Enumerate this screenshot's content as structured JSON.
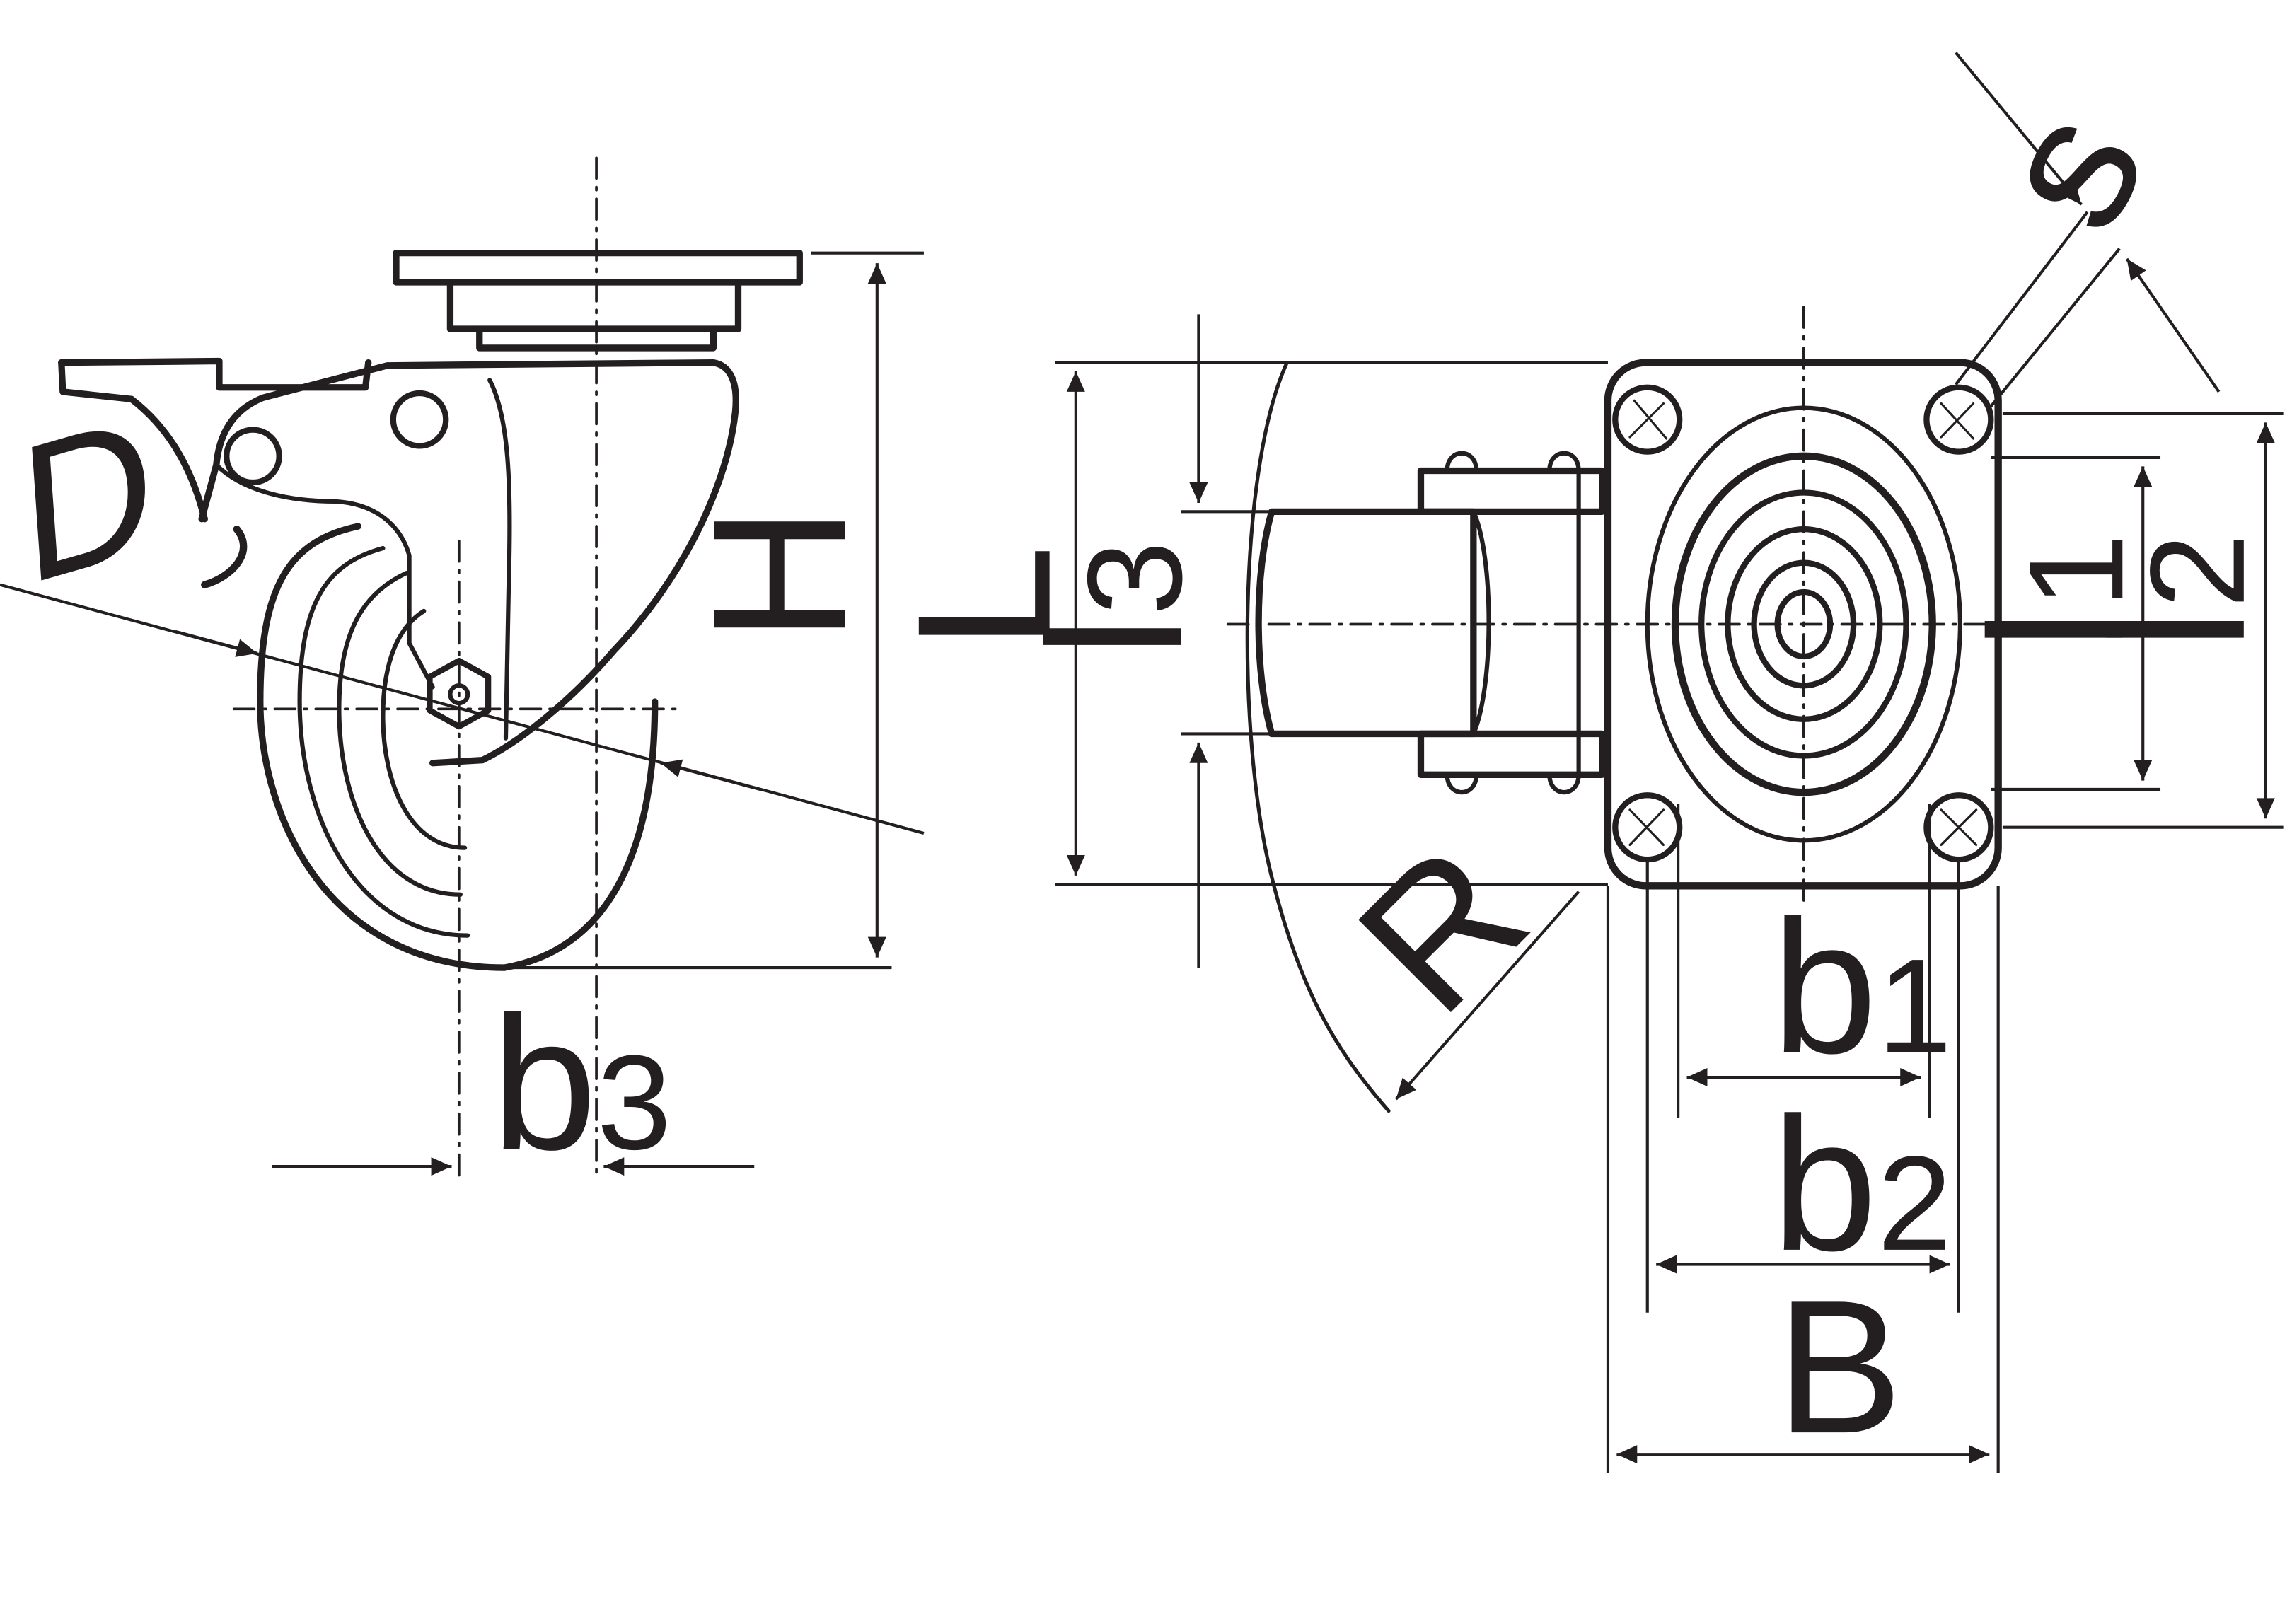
{
  "diagram": {
    "labels": {
      "D": "D",
      "H": "H",
      "b3_main": "b",
      "b3_sub": "3",
      "L": "L",
      "l3_main": "l",
      "l3_sub": "3",
      "R": "R",
      "s": "s",
      "l1_main": "l",
      "l1_sub": "1",
      "l2_main": "l",
      "l2_sub": "2",
      "b1_main": "b",
      "b1_sub": "1",
      "b2_main": "b",
      "b2_sub": "2",
      "B": "B"
    },
    "colors": {
      "ink": "#231f20",
      "background": "#ffffff"
    }
  }
}
